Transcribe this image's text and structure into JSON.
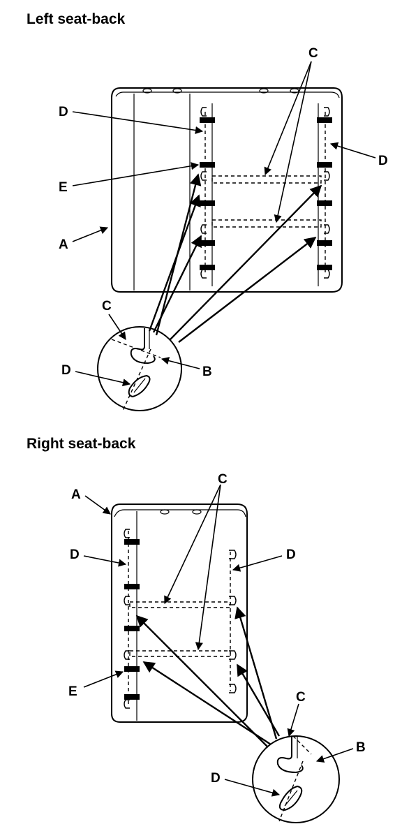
{
  "titles": {
    "left": "Left seat-back",
    "right": "Right seat-back"
  },
  "labels": {
    "A": "A",
    "B": "B",
    "C": "C",
    "D": "D",
    "E": "E"
  }
}
